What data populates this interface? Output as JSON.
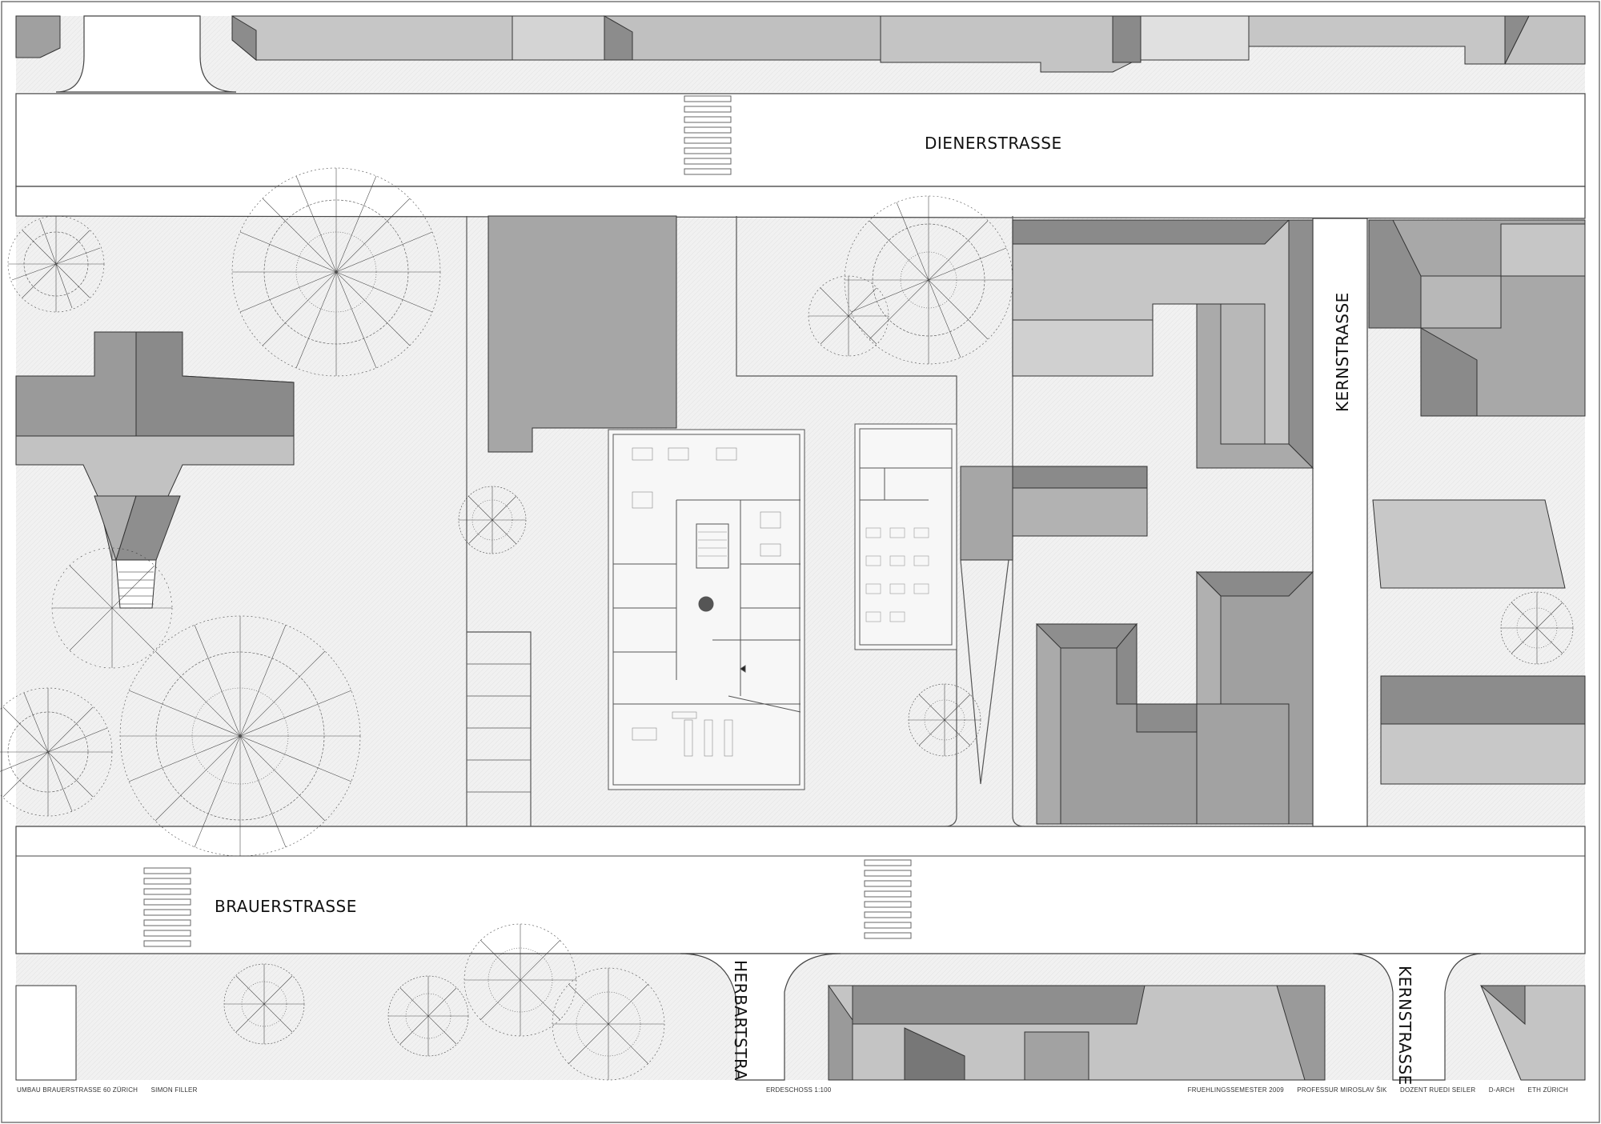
{
  "streets": {
    "diener": "DIENERSTRASSE",
    "brauer": "BRAUERSTRASSE",
    "kern_upper": "KERNSTRASSE",
    "kern_lower": "KERNSTRASSE",
    "herbart": "HERBARTSTRA"
  },
  "footer": {
    "project": "UMBAU BRAUERSTRASSE 60 ZÜRICH",
    "author": "SIMON FILLER",
    "plan": "ERDESCHOSS 1:100",
    "semester": "FRUEHLINGSSEMESTER 2009",
    "professor": "PROFESSUR MIROSLAV ŠIK",
    "lecturer": "DOZENT RUEDI SEILER",
    "department": "D-ARCH",
    "school": "ETH ZÜRICH"
  },
  "colors": {
    "roof_dark": "#8a8a8a",
    "roof_mid": "#a6a6a6",
    "roof_light": "#c4c4c4",
    "ground": "#f2f2f2",
    "street": "#ffffff",
    "tree": "#3a3a3a"
  },
  "icons": {
    "tree": "tree-canopy-icon",
    "crosswalk": "zebra-crossing-icon",
    "north_arrow": "north-arrow-icon"
  }
}
